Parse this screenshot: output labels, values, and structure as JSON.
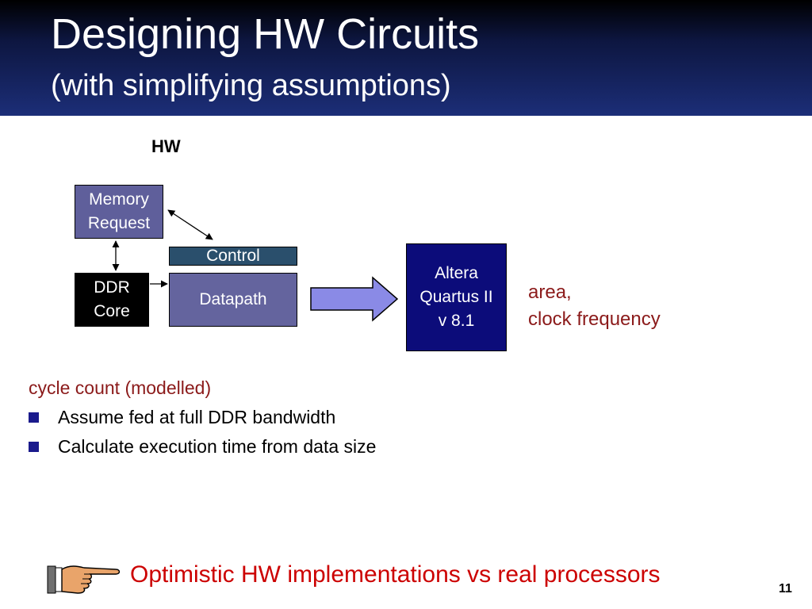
{
  "slide": {
    "title": "Designing HW Circuits",
    "subtitle": "(with simplifying assumptions)",
    "page_number": "11"
  },
  "diagram": {
    "hw_label": "HW",
    "memory_request": "Memory\nRequest",
    "control": "Control",
    "ddr_core": "DDR\nCore",
    "datapath": "Datapath",
    "tool": "Altera\nQuartus II\nv 8.1",
    "output": "area,\nclock frequency"
  },
  "notes": {
    "cycle_count": "cycle count (modelled)",
    "bullets": [
      "Assume fed at full DDR bandwidth",
      "Calculate execution time from data size"
    ]
  },
  "footer": {
    "hand_icon": "pointing-hand-icon",
    "text": "Optimistic HW implementations vs real processors"
  },
  "colors": {
    "header_blue": "#1c2e78",
    "accent_red": "#cc0000",
    "dark_red": "#8b1a1a",
    "box_purple": "#64649e",
    "altera_blue": "#0c0c7a"
  }
}
